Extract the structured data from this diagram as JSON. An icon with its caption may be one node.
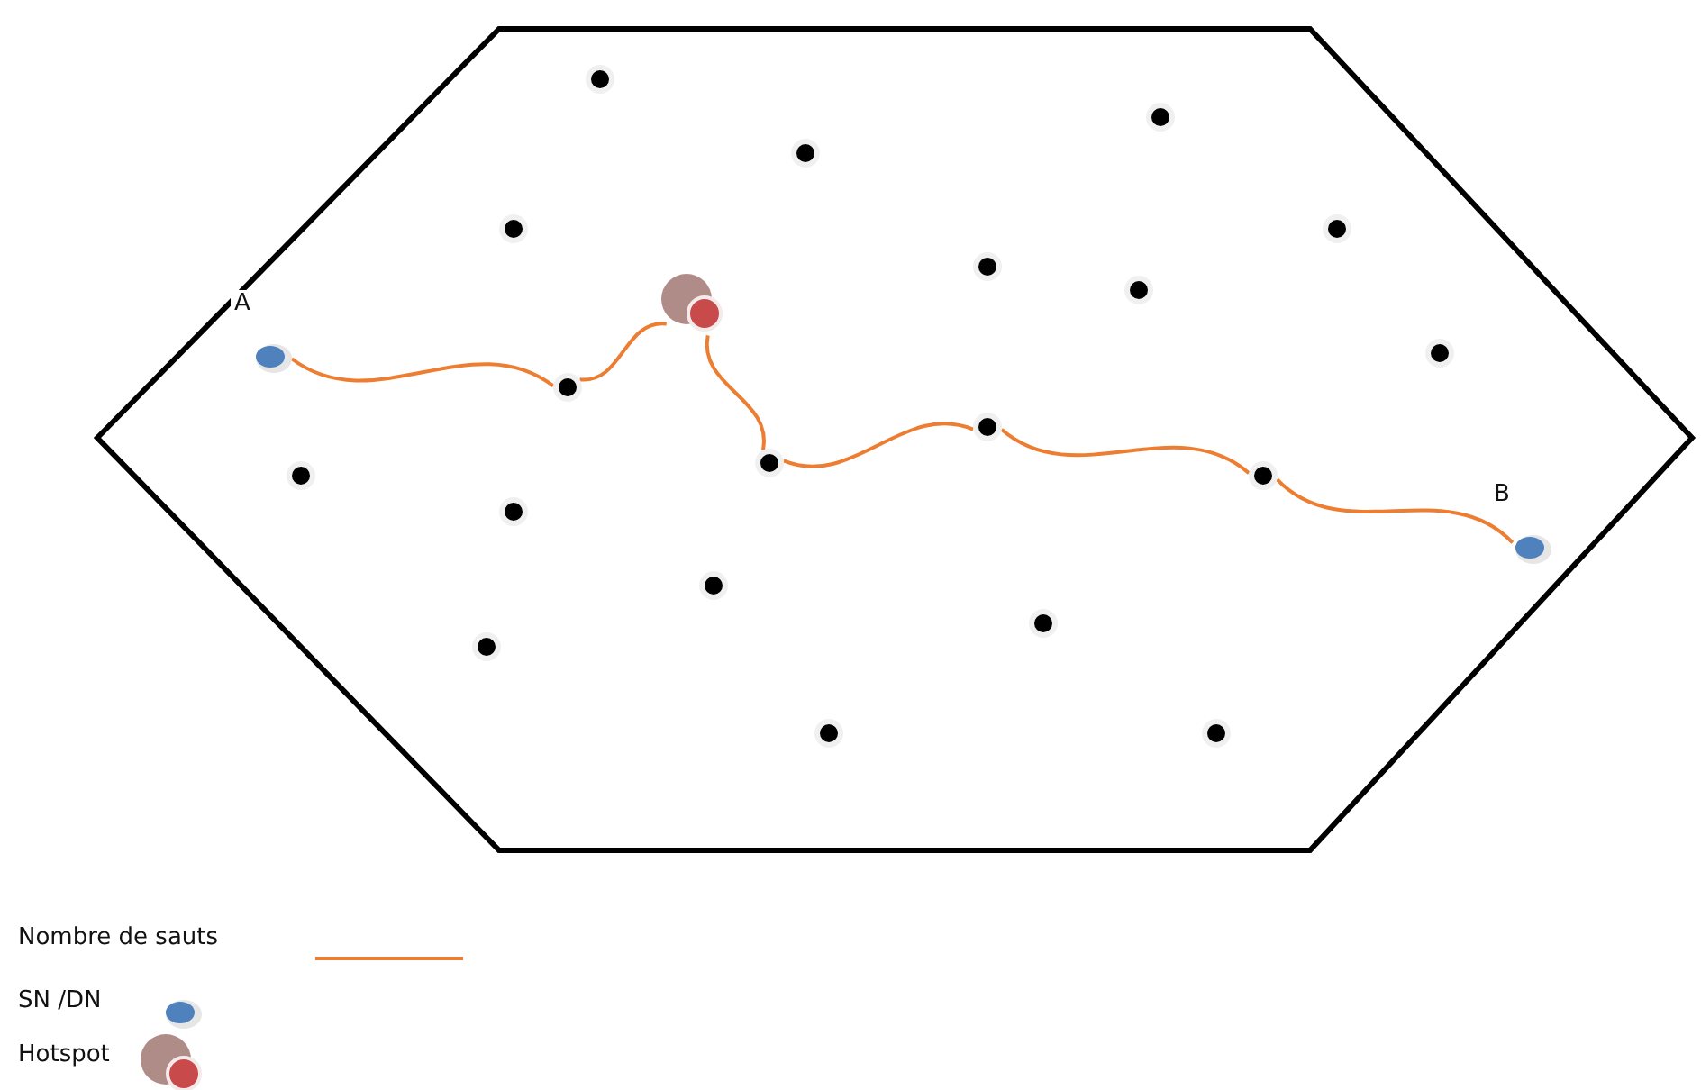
{
  "diagram": {
    "nodes": [
      {
        "text": [],
        "shape": "hexagon"
      },
      {
        "text": [],
        "shape": "circle",
        "in": 0
      },
      {
        "text": [],
        "shape": "circle",
        "in": 0
      },
      {
        "text": [],
        "shape": "circle",
        "in": 0
      },
      {
        "text": [],
        "shape": "circle",
        "in": 0
      },
      {
        "text": [],
        "shape": "circle",
        "in": 0
      },
      {
        "text": [],
        "shape": "circle",
        "in": 0
      },
      {
        "text": [],
        "shape": "circle",
        "in": 0
      },
      {
        "text": [],
        "shape": "circle",
        "in": 0
      },
      {
        "text": [],
        "shape": "circle",
        "in": 0,
        "beside": [
          "A"
        ]
      },
      {
        "text": [],
        "shape": "circle",
        "in": 0
      },
      {
        "text": [],
        "shape": "circle",
        "in": 0
      },
      {
        "text": [],
        "shape": "circle",
        "in": 0
      },
      {
        "text": [],
        "shape": "circle",
        "in": 0
      },
      {
        "text": [],
        "shape": "circle",
        "in": 0
      },
      {
        "text": [],
        "shape": "circle",
        "in": 0
      },
      {
        "text": [],
        "shape": "circle",
        "in": 0
      },
      {
        "text": [],
        "shape": "circle",
        "in": 0,
        "beside": [
          "B"
        ]
      },
      {
        "text": [],
        "shape": "circle",
        "in": 0
      },
      {
        "text": [],
        "shape": "circle",
        "in": 0
      },
      {
        "text": [],
        "shape": "circle",
        "in": 0
      },
      {
        "text": [],
        "shape": "circle",
        "in": 0
      },
      {
        "text": [],
        "shape": "circle",
        "in": 0
      }
    ],
    "edges": [
      {
        "from": 9,
        "to": 11,
        "arrow": "none"
      },
      {
        "from": 11,
        "to": 8,
        "arrow": "none"
      },
      {
        "from": 8,
        "to": 13,
        "arrow": "none"
      },
      {
        "from": 13,
        "to": 12,
        "arrow": "none"
      },
      {
        "from": 12,
        "to": 15,
        "arrow": "none"
      },
      {
        "from": 15,
        "to": 17,
        "arrow": "none"
      }
    ],
    "legend": [
      {
        "text": "Nombre de sauts"
      },
      {
        "text": "SN /DN"
      },
      {
        "text": "Hotspot"
      }
    ]
  }
}
